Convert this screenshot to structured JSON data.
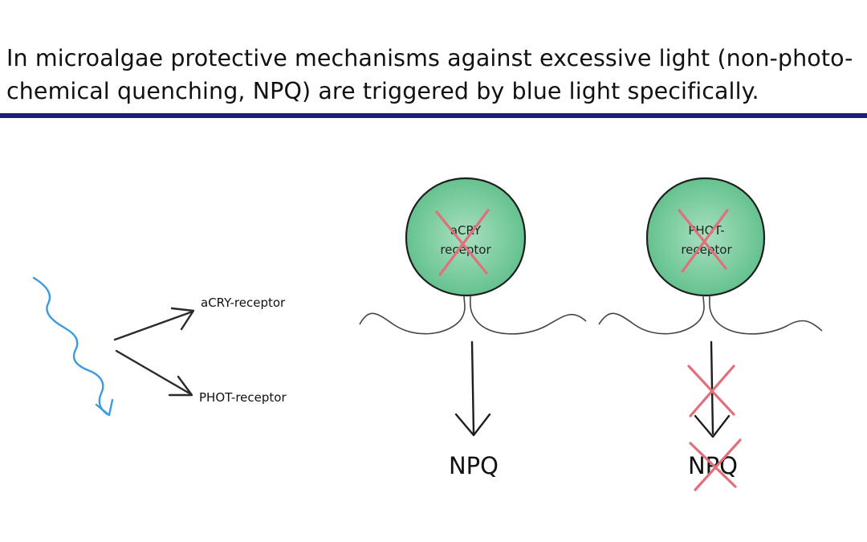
{
  "heading": {
    "line1": "In microalgae protective mechanisms against excessive light (non-photo-",
    "line2": "chemical quenching, NPQ) are triggered by blue light specifically."
  },
  "signaling": {
    "receptor_a": "aCRY-receptor",
    "receptor_b": "PHOT-receptor"
  },
  "cell_left": {
    "label_line1": "aCRY",
    "label_line2": "receptor",
    "outcome": "NPQ"
  },
  "cell_right": {
    "label_line1": "PHOT-",
    "label_line2": "receptor",
    "outcome": "NPQ"
  },
  "colors": {
    "light_wave": "#3a9be0",
    "cell_fill": "#7ccba0",
    "cross": "#e0707a",
    "rule": "#1b1f7a"
  }
}
